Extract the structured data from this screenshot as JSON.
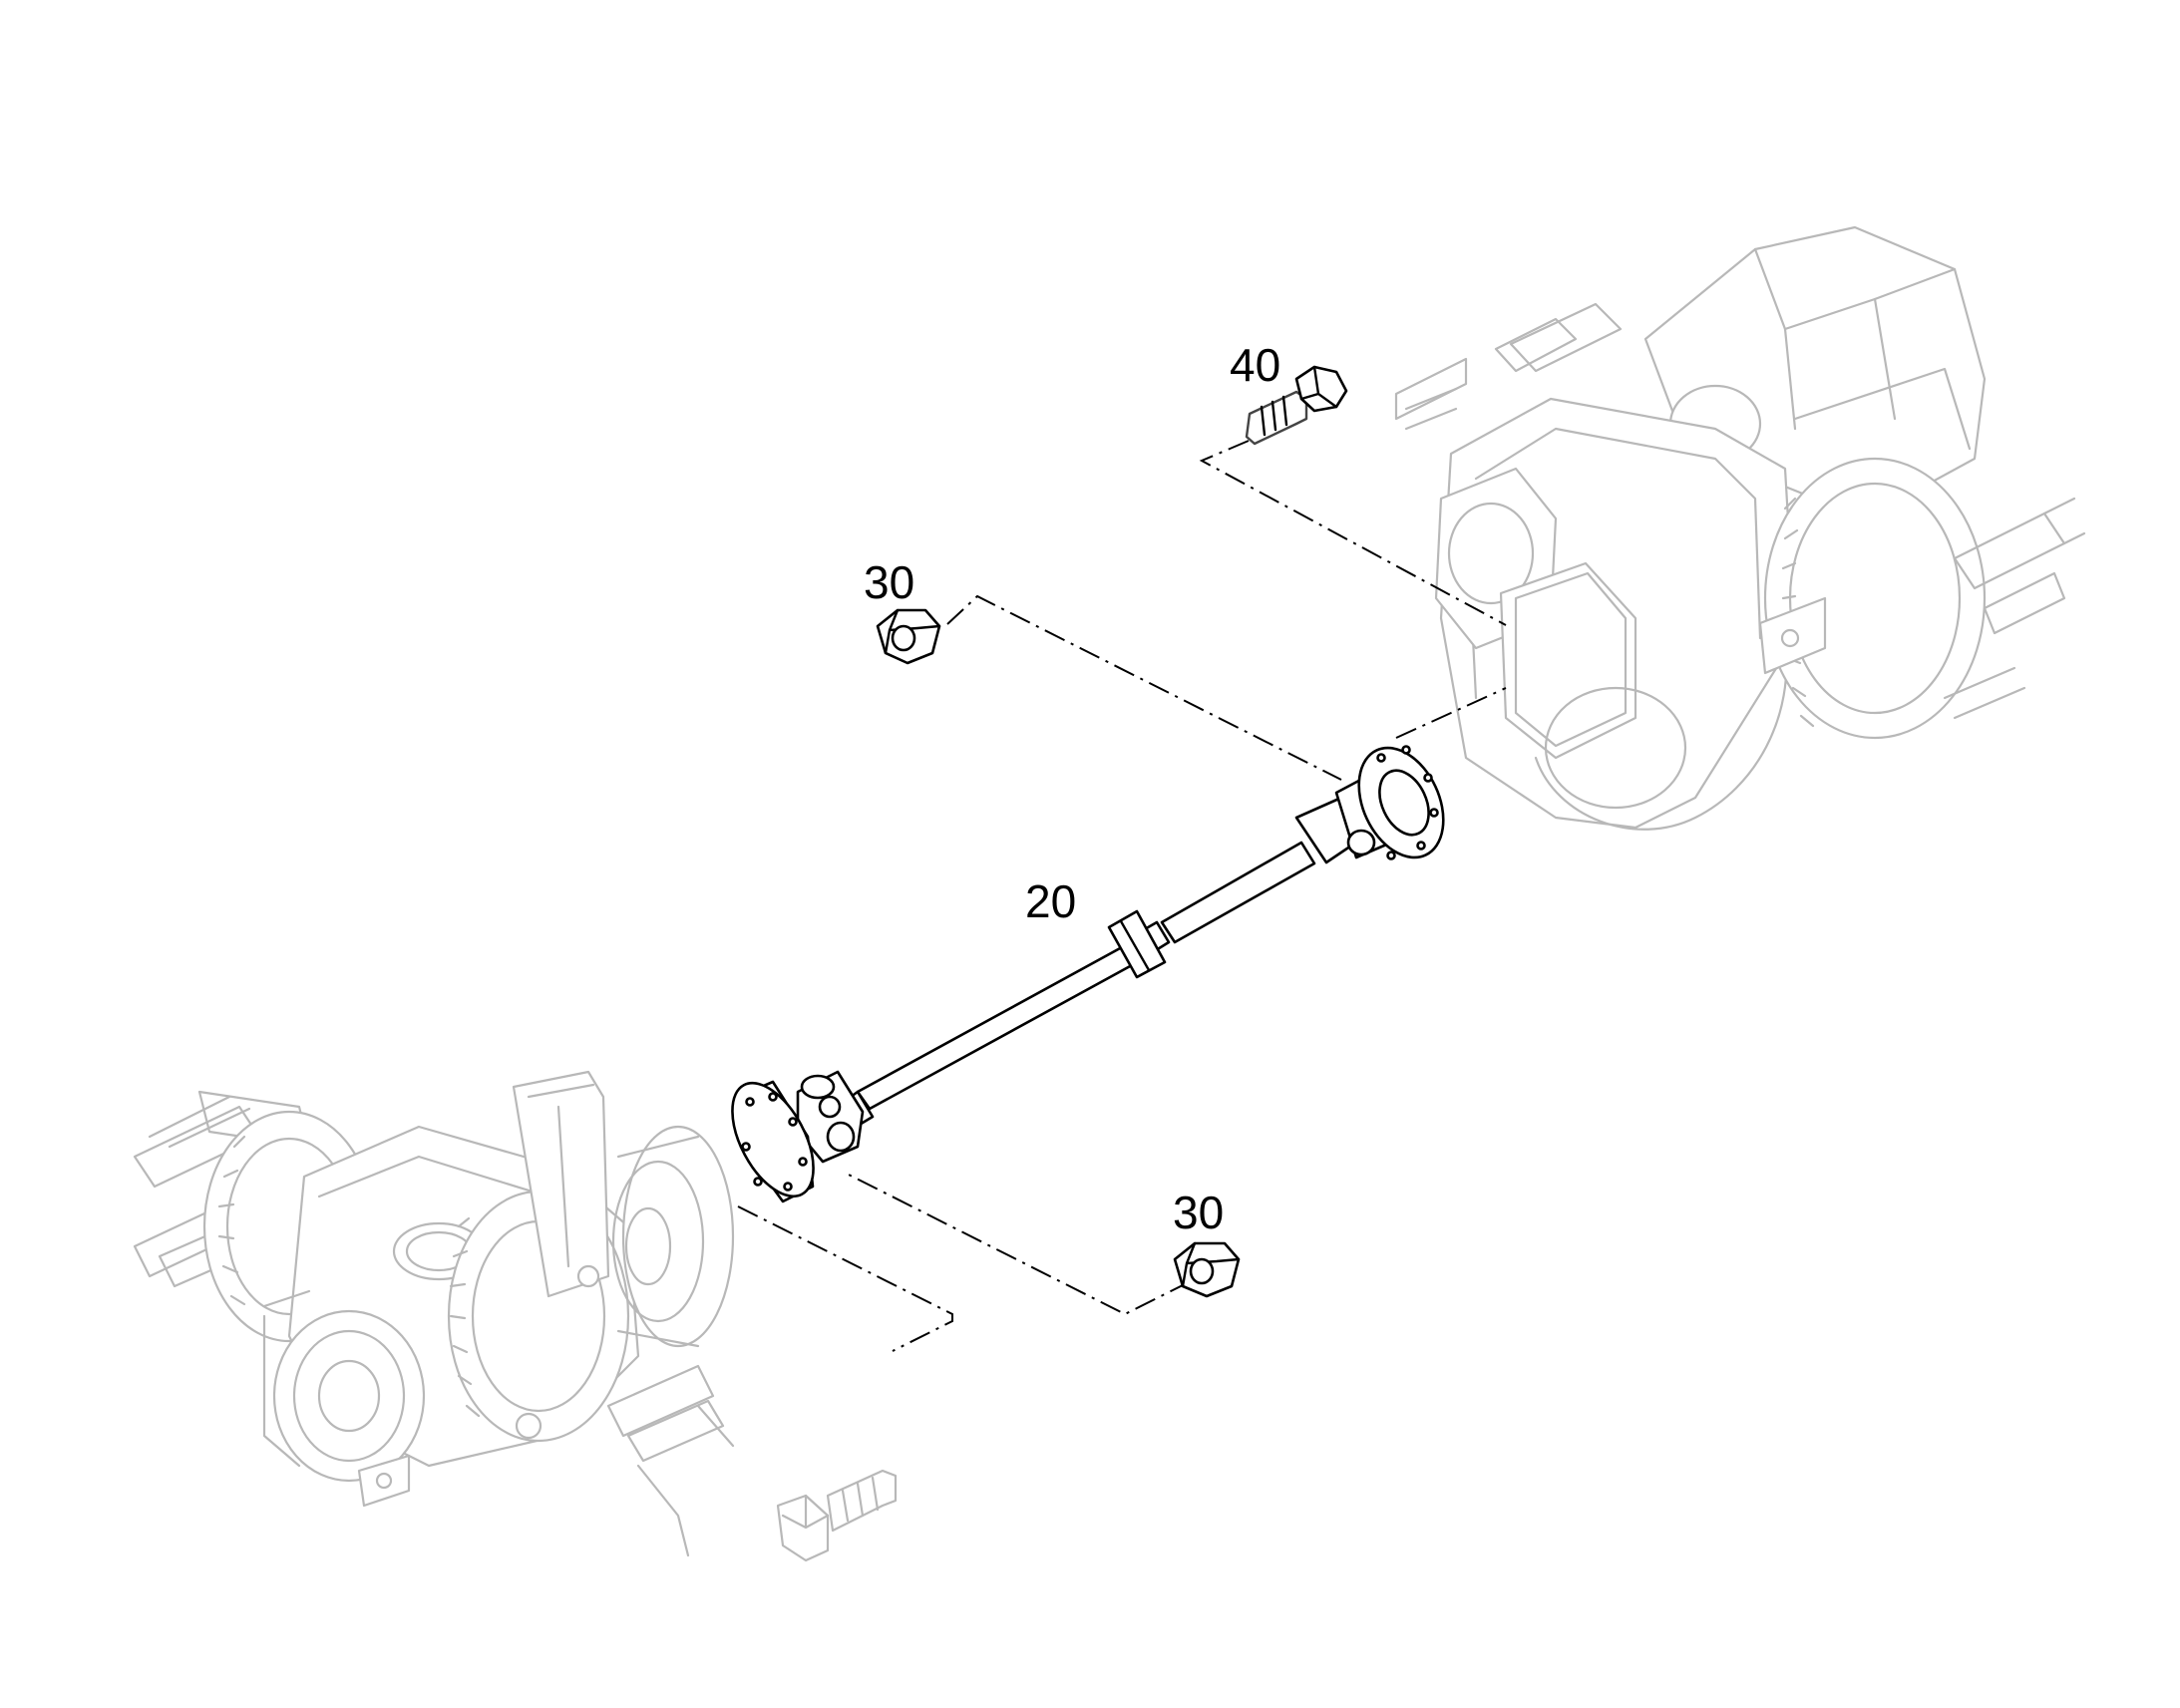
{
  "callouts": {
    "bolt_top": "40",
    "nut_upper": "30",
    "shaft": "20",
    "nut_lower": "30"
  },
  "colors": {
    "background": "#ffffff",
    "part_line": "#000000",
    "ghost_line": "#b8b8b8"
  }
}
